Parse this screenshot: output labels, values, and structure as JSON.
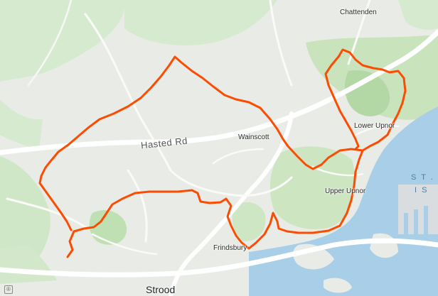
{
  "map": {
    "colors": {
      "land": "#e9ece6",
      "park": "#cfe6c4",
      "park_dark": "#b9dcaa",
      "water": "#a9cfe8",
      "road_major": "#ffffff",
      "road_minor": "#f6f6f4",
      "route": "#fc4c02"
    },
    "labels": {
      "chattenden": "Chattenden",
      "hasted_rd": "Hasted Rd",
      "wainscott": "Wainscott",
      "lower_upnor": "Lower Upnor",
      "upper_upnor": "Upper Upnor",
      "frindsbury": "Frindsbury",
      "strood": "Strood",
      "st_line1": "S T .",
      "st_line2": "I S"
    },
    "attribution_icon": "info-icon",
    "attribution_glyph": "®"
  }
}
